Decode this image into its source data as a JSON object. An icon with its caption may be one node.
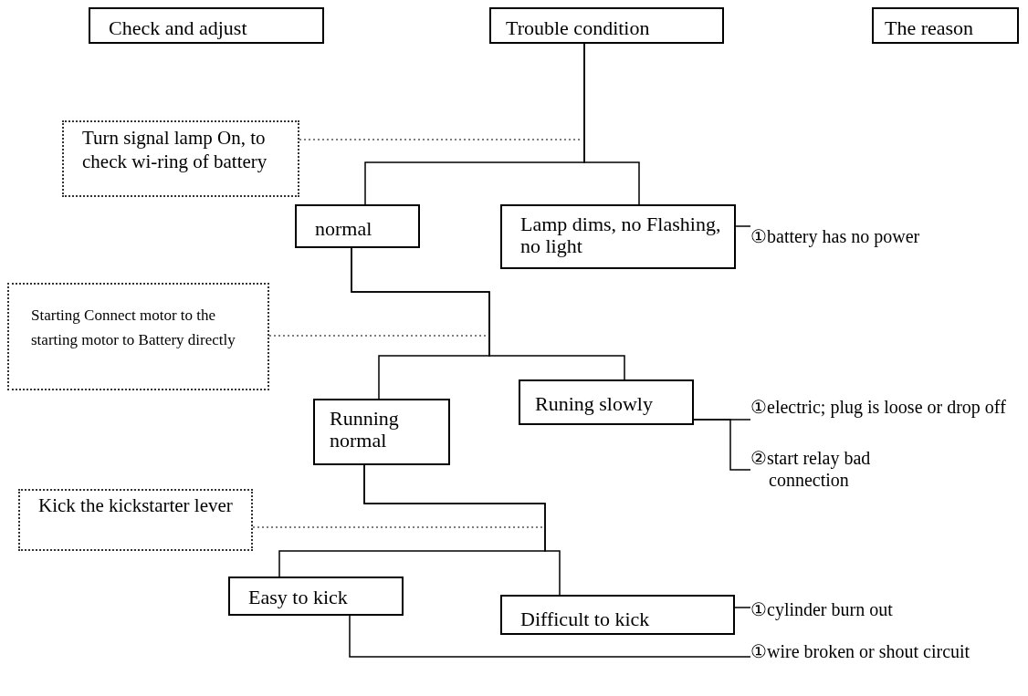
{
  "diagram": {
    "nodes": [
      {
        "text": [
          "Check and adjust"
        ]
      },
      {
        "text": [
          "Trouble condition"
        ]
      },
      {
        "text": [
          "The reason"
        ]
      },
      {
        "text": [
          "Turn signal lamp On, to check wi-ring of battery"
        ]
      },
      {
        "text": [
          "normal"
        ]
      },
      {
        "text": [
          "Lamp dims, no Flashing, no light"
        ]
      },
      {
        "text": [
          "①battery has no power"
        ]
      },
      {
        "text": [
          "Starting Connect motor to the starting motor to Battery directly"
        ]
      },
      {
        "text": [
          "Running normal"
        ]
      },
      {
        "text": [
          "Runing slowly"
        ]
      },
      {
        "text": [
          "①electric; plug is loose or drop off"
        ]
      },
      {
        "text": [
          "②start relay bad connection"
        ]
      },
      {
        "text": [
          "Kick the kickstarter lever"
        ]
      },
      {
        "text": [
          "Easy to kick"
        ]
      },
      {
        "text": [
          "Difficult to kick"
        ]
      },
      {
        "text": [
          "①cylinder burn out"
        ]
      },
      {
        "text": [
          "①wire broken or shout circuit"
        ]
      }
    ],
    "edges": [
      {
        "from": 1,
        "to": 4,
        "arrow": "none"
      },
      {
        "from": 1,
        "to": 5,
        "arrow": "none"
      },
      {
        "from": 3,
        "to": null,
        "arrow": "none",
        "style": "dashed"
      },
      {
        "from": 5,
        "to": 6,
        "arrow": "none"
      },
      {
        "from": 4,
        "to": 8,
        "arrow": "none"
      },
      {
        "from": 4,
        "to": 9,
        "arrow": "none"
      },
      {
        "from": 7,
        "to": null,
        "arrow": "none",
        "style": "dashed"
      },
      {
        "from": 9,
        "to": 10,
        "arrow": "none"
      },
      {
        "from": 9,
        "to": 11,
        "arrow": "none"
      },
      {
        "from": 8,
        "to": 13,
        "arrow": "none"
      },
      {
        "from": 8,
        "to": 14,
        "arrow": "none"
      },
      {
        "from": 12,
        "to": null,
        "arrow": "none",
        "style": "dashed"
      },
      {
        "from": 14,
        "to": 15,
        "arrow": "none"
      },
      {
        "from": 13,
        "to": 16,
        "arrow": "none"
      }
    ]
  }
}
